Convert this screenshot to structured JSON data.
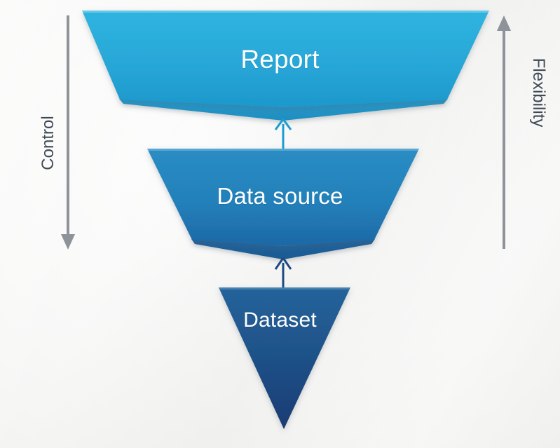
{
  "diagram": {
    "title_present": false,
    "background_color": "#f3f3f1",
    "axes": [
      {
        "id": "control",
        "label": "Control",
        "side": "left",
        "direction": "down",
        "color": "#8d9399",
        "rotation_deg": -90
      },
      {
        "id": "flexibility",
        "label": "Flexibility",
        "side": "right",
        "direction": "up",
        "color": "#8d9399",
        "rotation_deg": 90
      }
    ],
    "levels": [
      {
        "id": "report",
        "label": "Report",
        "tier": 1,
        "color_top": "#2cb0dd",
        "color_bottom": "#1f9bce",
        "chevron_color": "#2093c5",
        "text_color": "#ffffff"
      },
      {
        "id": "data-source",
        "label": "Data source",
        "tier": 2,
        "color_top": "#2487c0",
        "color_bottom": "#1f6ba8",
        "chevron_color": "#1c5e97",
        "text_color": "#ffffff"
      },
      {
        "id": "dataset",
        "label": "Dataset",
        "tier": 3,
        "color_top": "#205d94",
        "color_bottom": "#1e3d76",
        "chevron_color": "#1e3d76",
        "text_color": "#ffffff"
      }
    ],
    "connectors": [
      {
        "id": "dataset-to-data-source",
        "from": "dataset",
        "to": "data-source",
        "direction": "up",
        "color": "#1d4a84"
      },
      {
        "id": "data-source-to-report",
        "from": "data-source",
        "to": "report",
        "direction": "up",
        "color": "#1e9cd0"
      }
    ]
  }
}
